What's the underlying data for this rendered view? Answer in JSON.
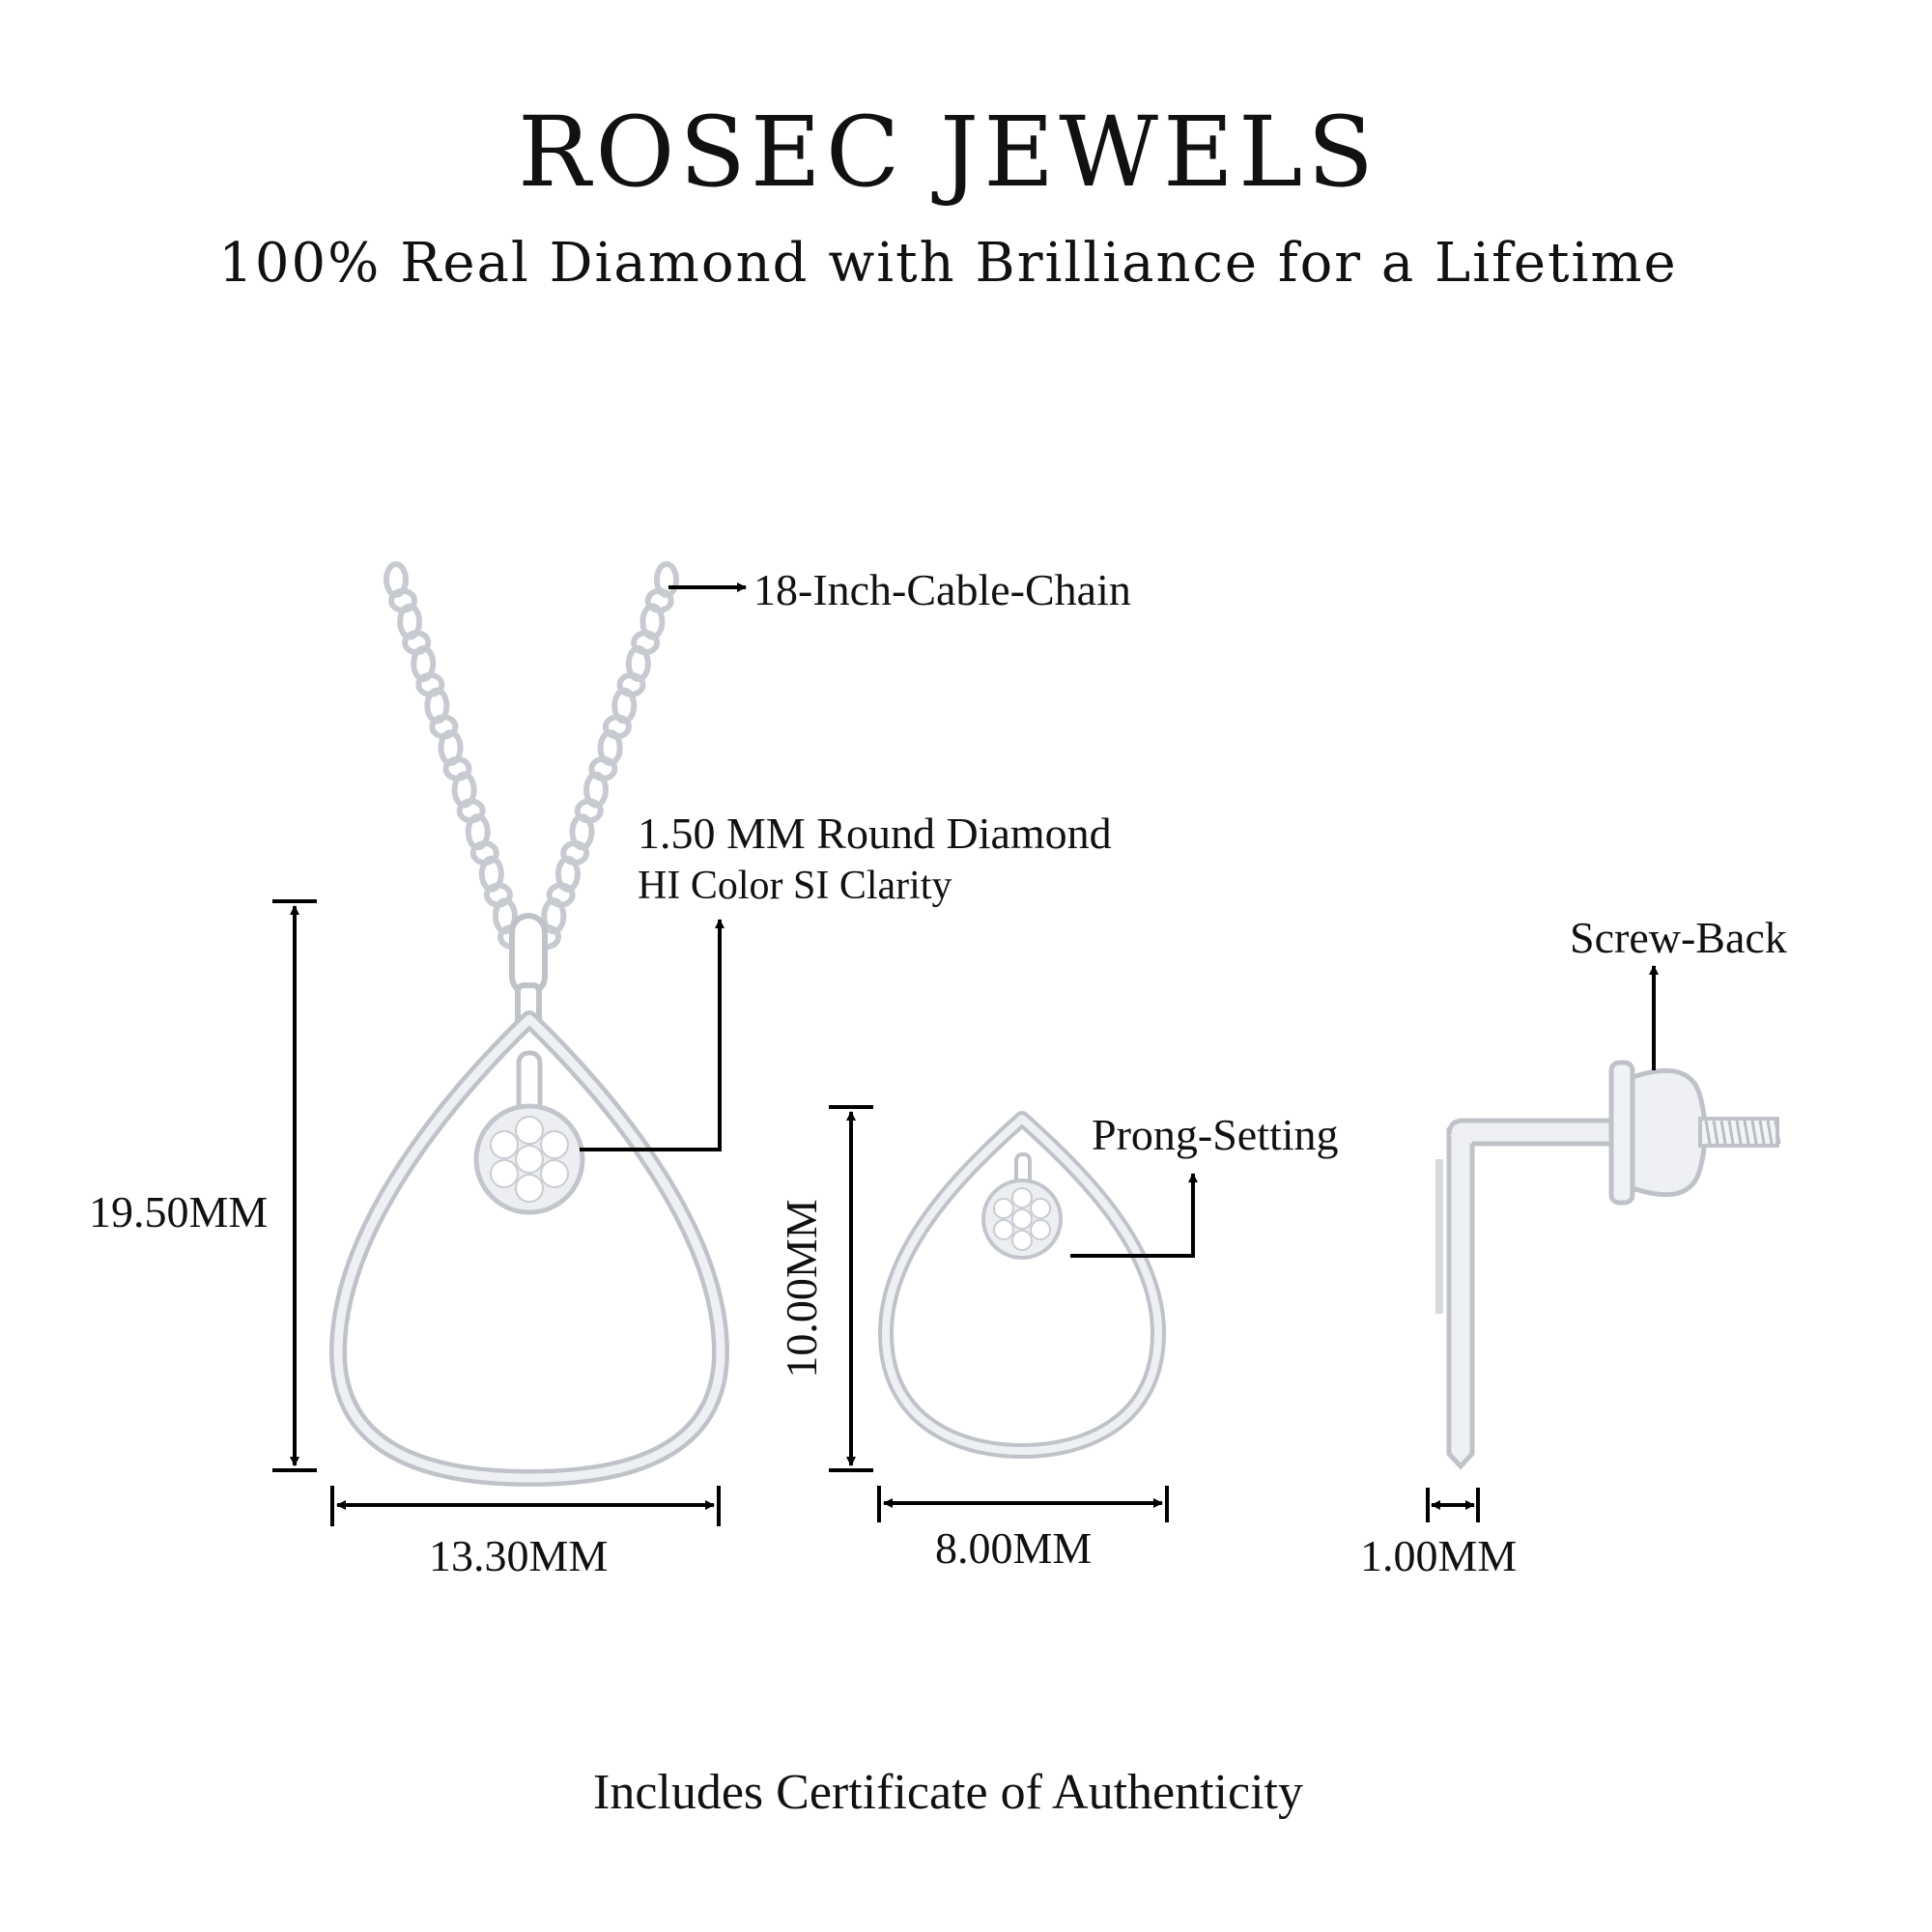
{
  "header": {
    "brand": "ROSEC JEWELS",
    "tagline": "100% Real Diamond with Brilliance for a Lifetime"
  },
  "annotations": {
    "chain": "18-Inch-Cable-Chain",
    "diamond_line1": "1.50 MM Round Diamond",
    "diamond_line2": "HI Color SI Clarity",
    "prong": "Prong-Setting",
    "screw_back": "Screw-Back"
  },
  "dimensions": {
    "pendant_height": "19.50MM",
    "pendant_width": "13.30MM",
    "earring_height": "10.00MM",
    "earring_width": "8.00MM",
    "earring_thickness": "1.00MM"
  },
  "footer": {
    "certificate": "Includes Certificate of Authenticity"
  },
  "colors": {
    "metal": "#e6e8ec",
    "metal_edge": "#b9bdc4",
    "lines": "#000000"
  }
}
